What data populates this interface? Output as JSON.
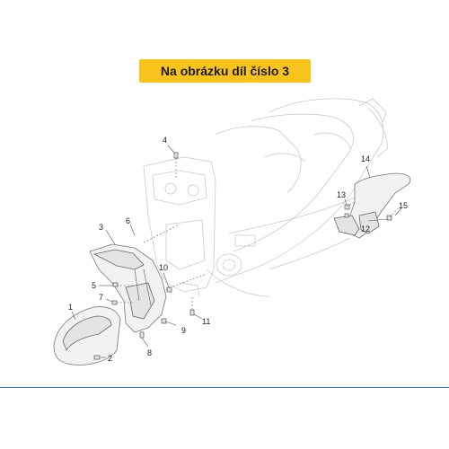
{
  "banner": {
    "text": "Na obrázku díl číslo 3"
  },
  "callouts": [
    "1",
    "2",
    "3",
    "4",
    "5",
    "6",
    "7",
    "8",
    "9",
    "10",
    "11",
    "12",
    "13",
    "14",
    "15"
  ],
  "colors": {
    "banner": "#f8c41c",
    "footer_line": "#2f78c4",
    "ghost_lines": "#c6cbd2"
  }
}
